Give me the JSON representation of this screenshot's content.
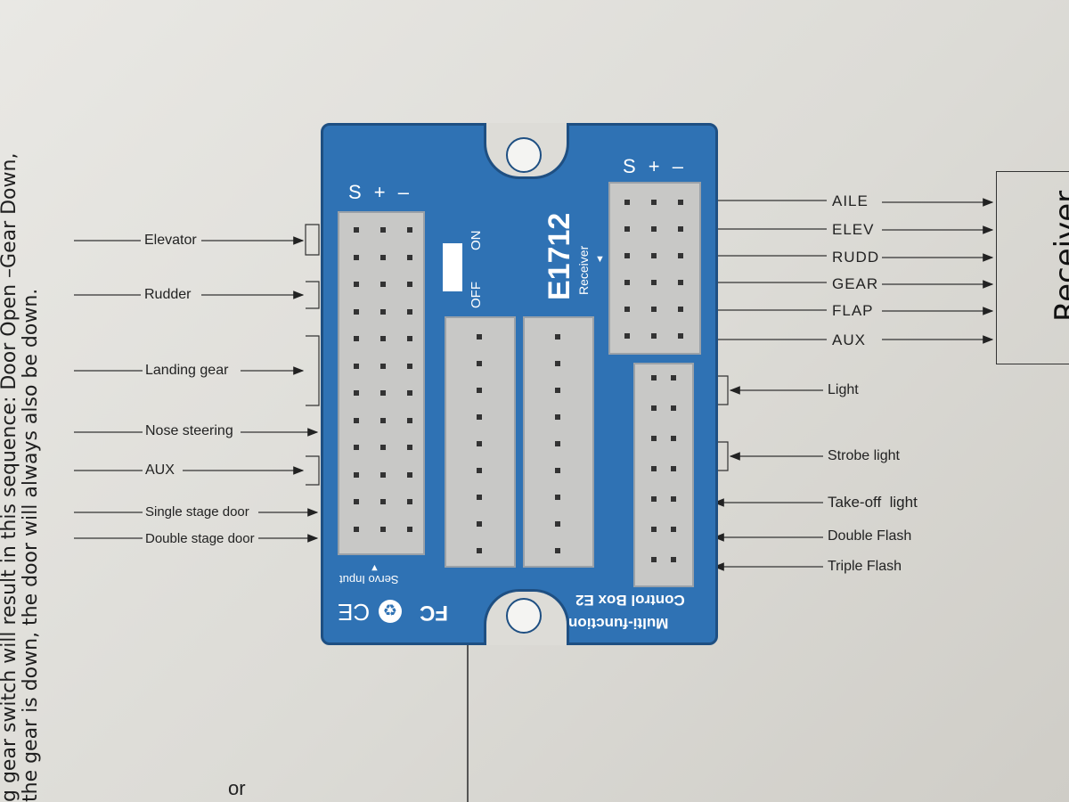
{
  "page_text": {
    "line1": "g gear switch will result in this sequence: Door Open –Gear Down,",
    "line2": "the gear is down, the door will always also be down.",
    "corner": "or"
  },
  "left_labels": [
    "Elevator",
    "Rudder",
    "Landing gear",
    "Nose steering",
    "AUX",
    "Single stage door",
    "Double stage door"
  ],
  "right_top_labels": [
    "AILE",
    "ELEV",
    "RUDD",
    "GEAR",
    "FLAP",
    "AUX"
  ],
  "right_bottom_labels": [
    "Light",
    "Strobe light",
    "Take-off  light",
    "Double Flash",
    "Triple Flash"
  ],
  "receiver_label": "Receiver",
  "board": {
    "model": "E1712",
    "receiver_text": "Receiver",
    "switch_on": "ON",
    "switch_off": "OFF",
    "polarity_left": "S + –",
    "polarity_right": "S + –",
    "servo_input": "Servo Input",
    "product_line1": "Multi-function",
    "product_line2": "Control Box E2",
    "fcc": "FC",
    "ce": "CE",
    "recycle_icon": "recycle-icon"
  },
  "colors": {
    "board": "#2f72b4",
    "header": "#c8c8c6",
    "page": "#e2e1dd"
  }
}
